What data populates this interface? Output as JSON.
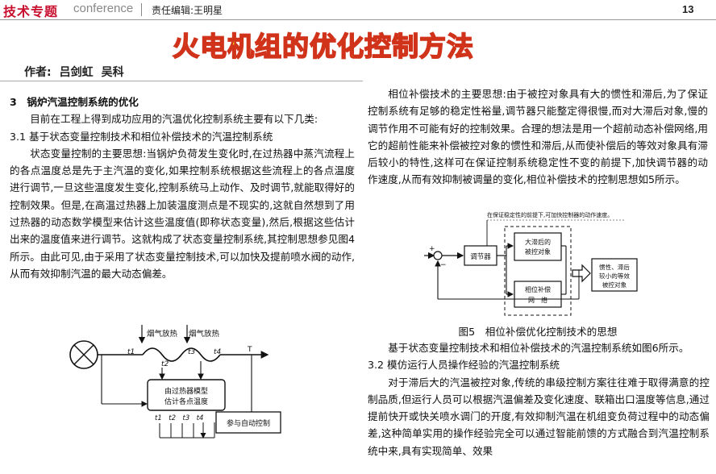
{
  "header": {
    "section": "技术专题",
    "conference": "conference",
    "editor": "责任编辑:王明星",
    "page_number": "13"
  },
  "title": "火电机组的优化控制方法",
  "authors": {
    "label": "作者:",
    "names": [
      "吕剑虹",
      "吴科"
    ]
  },
  "left_column": {
    "heading": "3　锅炉汽温控制系统的优化",
    "intro": "目前在工程上得到成功应用的汽温优化控制系统主要有以下几类:",
    "subheading": "3.1 基于状态变量控制技术和相位补偿技术的汽温控制系统",
    "body": "状态变量控制的主要思想:当锅炉负荷发生变化时,在过热器中蒸汽流程上的各点温度总是先于主汽温的变化,如果控制系统根据这些流程上的各点温度进行调节,一旦这些温度发生变化,控制系统马上动作、及时调节,就能取得好的控制效果。但是,在高温过热器上加装温度测点是不现实的,这就自然想到了用过热器的动态数学模型来估计这些温度值(即称状态变量),然后,根据这些估计出来的温度值来进行调节。这就构成了状态变量控制系统,其控制思想参见图4所示。由此可见,由于采用了状态变量控制技术,可以加快及提前喷水阀的动作,从而有效抑制汽温的最大动态偏差。"
  },
  "figure4": {
    "labels": {
      "flue1": "烟气放热",
      "flue2": "烟气放热",
      "t1": "t1",
      "t2": "t2",
      "t3": "t3",
      "t4": "t4",
      "T": "T",
      "model_line1": "由过热器模型",
      "model_line2": "估计各点温度",
      "outputs": "t1　t2　t3　t4",
      "auto": "参与自动控制"
    }
  },
  "right_column": {
    "para1": "相位补偿技术的主要思想:由于被控对象具有大的惯性和滞后,为了保证控制系统有足够的稳定性裕量,调节器只能整定得很慢,而对大滞后对象,慢的调节作用不可能有好的控制效果。合理的想法是用一个超前动态补偿网络,用它的超前性能来补偿被控对象的惯性和滞后,从而使补偿后的等效对象具有滞后较小的特性,这样可在保证控制系统稳定性不变的前提下,加快调节器的动作速度,从而有效抑制被调量的变化,相位补偿技术的控制思想如5所示。",
    "fig5_caption": "图5　相位补偿优化控制技术的思想",
    "para2": "基于状态变量控制技术和相位补偿技术的汽温控制系统如图6所示。",
    "subheading": "3.2 模仿运行人员操作经验的汽温控制系统",
    "para3": "对于滞后大的汽温被控对象,传统的串级控制方案往往难于取得满意的控制品质,但运行人员可以根据汽温偏差及变化速度、联箱出口温度等信息,通过提前快开或快关喷水调门的开度,有效抑制汽温在机组变负荷过程中的动态偏差,这种简单实用的操作经验完全可以通过智能前馈的方式融合到汽温控制系统中来,具有实现简单、效果"
  },
  "figure5": {
    "labels": {
      "top_note": "在保证稳定性的前提下,可加快控制器的动作速度。",
      "plus": "+",
      "minus": "−",
      "regulator": "调节器",
      "obj_line1": "大滞后的",
      "obj_line2": "被控对象",
      "comp_line1": "相位补偿",
      "comp_line2": "网　络",
      "eq_line1": "惯性、滞后",
      "eq_line2": "较小的等效",
      "eq_line3": "被控对象"
    }
  }
}
